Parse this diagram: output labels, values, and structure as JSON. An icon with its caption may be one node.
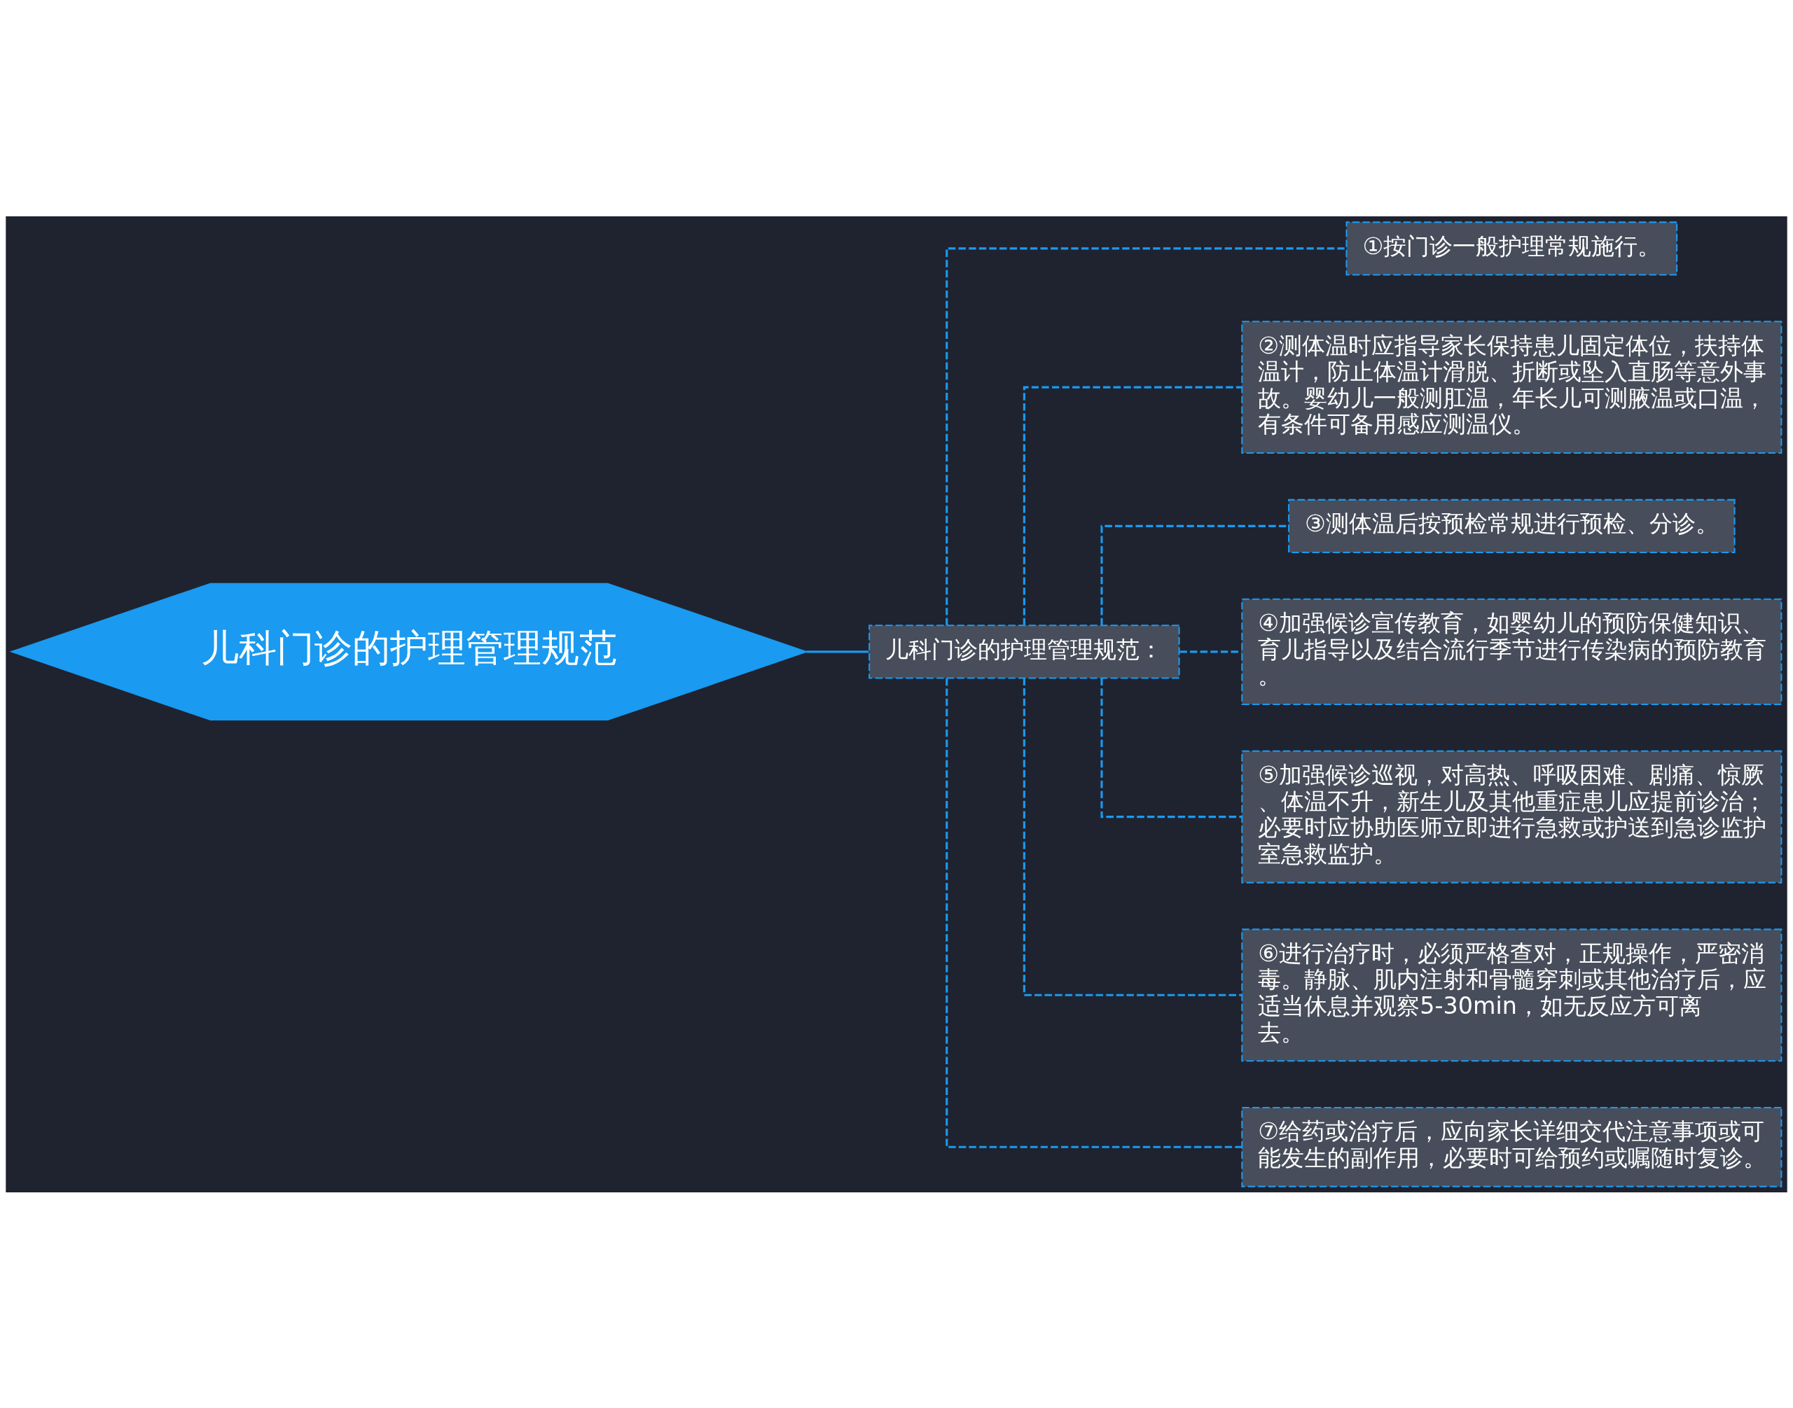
{
  "diagram": {
    "nodes": [
      {
        "text": [
          "儿科门诊的护理管理规范"
        ]
      },
      {
        "text": [
          "儿科门诊的护理管理规范："
        ]
      },
      {
        "text": [
          "①按门诊一般护理常规施行。"
        ]
      },
      {
        "text": [
          "②测体温时应指导家长保持患儿固定体位，扶持体温计，防止体温计滑脱、折断或坠入直肠等意外事故。婴幼儿一般测肛温，年长儿可测腋温或口温，有条件可备用感应测温仪。"
        ]
      },
      {
        "text": [
          "③测体温后按预检常规进行预检、分诊。"
        ]
      },
      {
        "text": [
          "④加强候诊宣传教育，如婴幼儿的预防保健知识、育儿指导以及结合流行季节进行传染病的预防教育。"
        ]
      },
      {
        "text": [
          "⑤加强候诊巡视，对高热、呼吸困难、剧痛、惊厥、体温不升，新生儿及其他重症患儿应提前诊治；必要时应协助医师立即进行急救或护送到急诊监护室急救监护。"
        ]
      },
      {
        "text": [
          "⑥进行治疗时，必须严格查对，正规操作，严密消毒。静脉、肌内注射和骨髓穿刺或其他治疗后，应适当休息并观察5-30min，如无反应方可离去。"
        ]
      },
      {
        "text": [
          "⑦给药或治疗后，应向家长详细交代注意事项或可能发生的副作用，必要时可给预约或嘱随时复诊。"
        ]
      }
    ],
    "edges": [
      {
        "from": 0,
        "to": 1,
        "arrow": "none"
      },
      {
        "from": 1,
        "to": 2,
        "arrow": "none",
        "style": "dashed"
      },
      {
        "from": 1,
        "to": 3,
        "arrow": "none",
        "style": "dashed"
      },
      {
        "from": 1,
        "to": 4,
        "arrow": "none",
        "style": "dashed"
      },
      {
        "from": 1,
        "to": 5,
        "arrow": "none",
        "style": "dashed"
      },
      {
        "from": 1,
        "to": 6,
        "arrow": "none",
        "style": "dashed"
      },
      {
        "from": 1,
        "to": 7,
        "arrow": "none",
        "style": "dashed"
      },
      {
        "from": 1,
        "to": 8,
        "arrow": "none",
        "style": "dashed"
      }
    ]
  }
}
